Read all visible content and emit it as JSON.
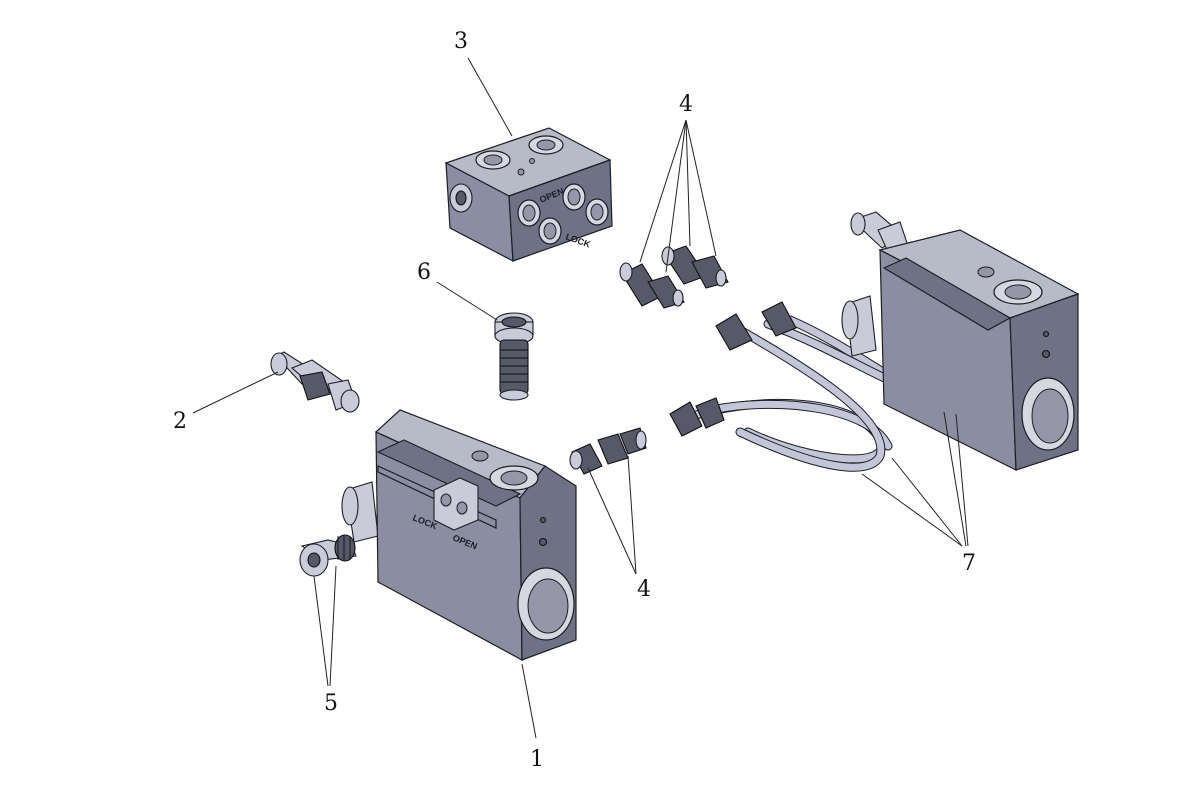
{
  "callouts": [
    {
      "id": "1",
      "label": "1"
    },
    {
      "id": "2",
      "label": "2"
    },
    {
      "id": "3",
      "label": "3"
    },
    {
      "id": "4a",
      "label": "4"
    },
    {
      "id": "4b",
      "label": "4"
    },
    {
      "id": "5",
      "label": "5"
    },
    {
      "id": "6",
      "label": "6"
    },
    {
      "id": "7",
      "label": "7"
    }
  ],
  "part_markings": {
    "open": "OPEN",
    "lock": "LOCK"
  },
  "colors": {
    "metal_top": "#b7bac7",
    "metal_front": "#8b8ea0",
    "metal_side": "#6f7285",
    "line": "#1c1e26",
    "background": "#ffffff"
  }
}
